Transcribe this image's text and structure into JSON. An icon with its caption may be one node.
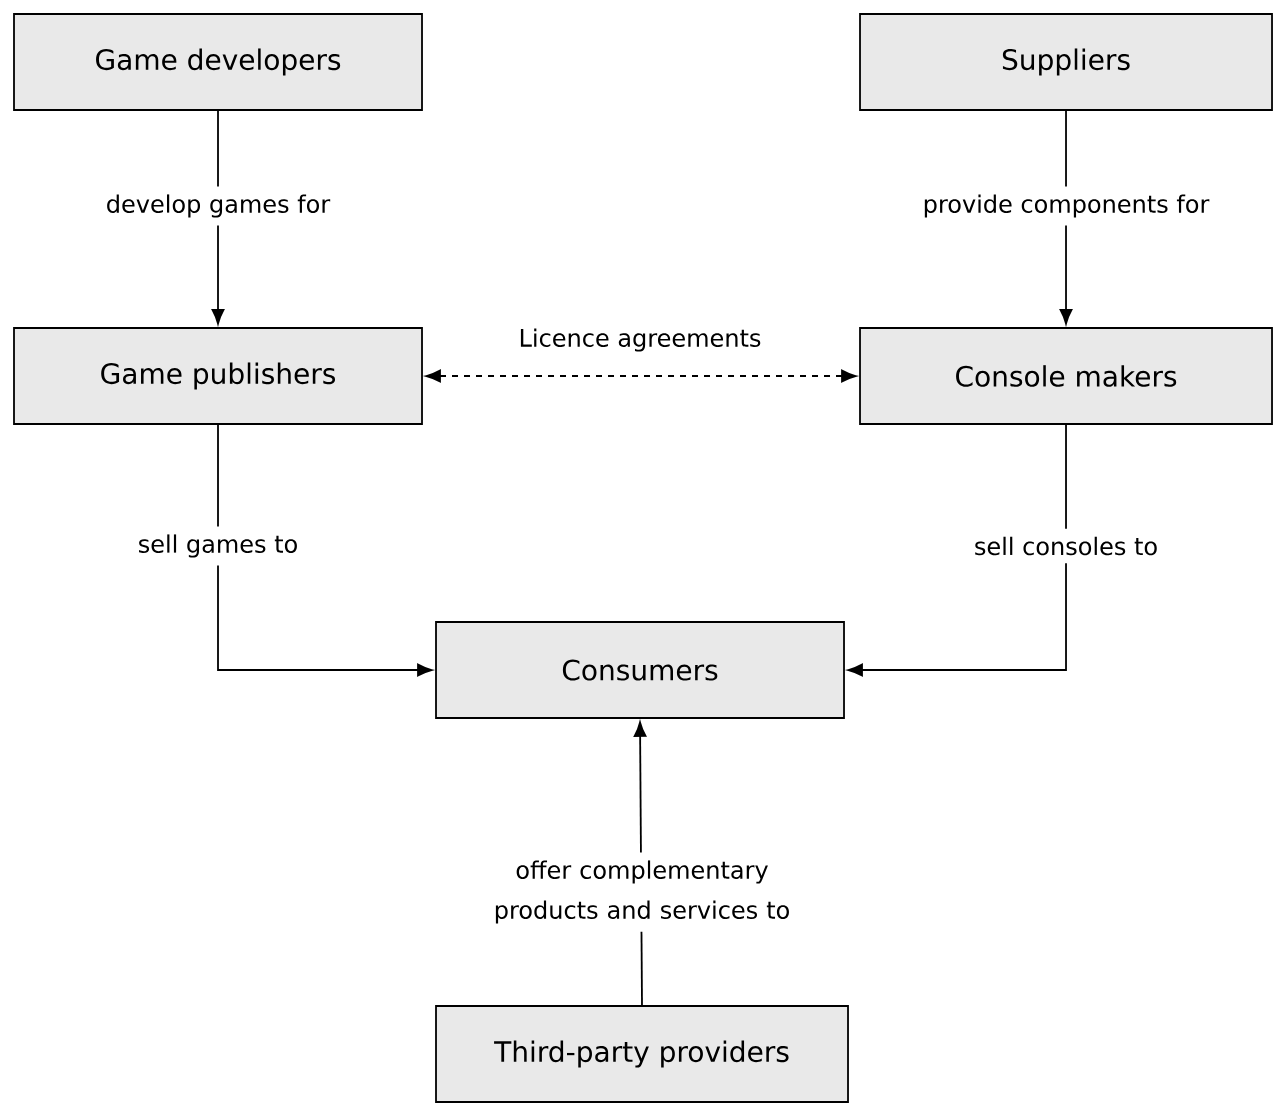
{
  "diagram": {
    "nodes": [
      {
        "text": [
          "Game developers"
        ]
      },
      {
        "text": [
          "Suppliers"
        ]
      },
      {
        "text": [
          "Game publishers"
        ]
      },
      {
        "text": [
          "Console makers"
        ]
      },
      {
        "text": [
          "Consumers"
        ]
      },
      {
        "text": [
          "Third-party providers"
        ]
      }
    ],
    "edges": [
      {
        "from": 0,
        "to": 2,
        "arrow": "to",
        "label": "develop games for"
      },
      {
        "from": 1,
        "to": 3,
        "arrow": "to",
        "label": "provide components for"
      },
      {
        "from": 2,
        "to": 3,
        "arrow": "both",
        "style": "dashed",
        "label": "Licence agreements"
      },
      {
        "from": 2,
        "to": 4,
        "arrow": "to",
        "label": "sell games to"
      },
      {
        "from": 3,
        "to": 4,
        "arrow": "to",
        "label": "sell consoles to"
      },
      {
        "from": 5,
        "to": 4,
        "arrow": "to",
        "label": "offer complementary products and services to"
      }
    ]
  }
}
